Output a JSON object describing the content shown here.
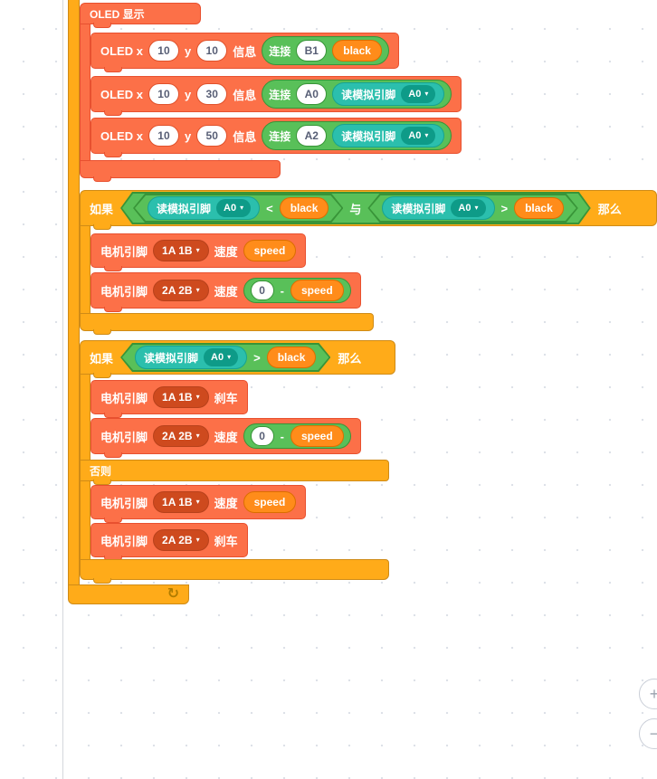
{
  "colors": {
    "block_coral": "#FC7048",
    "block_coral_border": "#E8502F",
    "block_control_orange": "#FFAB19",
    "block_control_border": "#CF8B17",
    "operator_green": "#59C059",
    "operator_green_border": "#389438",
    "sensor_teal": "#2BBFAD",
    "sensor_teal_border": "#17A392",
    "variable_orange": "#FF8C1A",
    "variable_orange_border": "#DB6E00"
  },
  "icons": {
    "dropdown_arrow": "▾",
    "loop_arrow": "↻",
    "zoom_in": "+",
    "zoom_out": "−"
  },
  "oled": {
    "title": "OLED 显示",
    "rows": [
      {
        "prefix": "OLED x",
        "x": "10",
        "y_label": "y",
        "y": "10",
        "info": "信息",
        "join": "连接",
        "a": "B1",
        "b": "black"
      },
      {
        "prefix": "OLED x",
        "x": "10",
        "y_label": "y",
        "y": "30",
        "info": "信息",
        "join": "连接",
        "a": "A0",
        "reporter": "读模拟引脚",
        "pin": "A0"
      },
      {
        "prefix": "OLED x",
        "x": "10",
        "y_label": "y",
        "y": "50",
        "info": "信息",
        "join": "连接",
        "a": "A2",
        "reporter": "读模拟引脚",
        "pin": "A0"
      }
    ]
  },
  "if1": {
    "if_label": "如果",
    "then_label": "那么",
    "and_label": "与",
    "cond1": {
      "reporter": "读模拟引脚",
      "pin": "A0",
      "op": "<",
      "rhs": "black"
    },
    "cond2": {
      "reporter": "读模拟引脚",
      "pin": "A0",
      "op": ">",
      "rhs": "black"
    },
    "body": [
      {
        "label": "电机引脚",
        "pins": "1A 1B",
        "mode": "速度",
        "value": "speed"
      },
      {
        "label": "电机引脚",
        "pins": "2A 2B",
        "mode": "速度",
        "sub": {
          "a": "0",
          "op": "-",
          "b": "speed"
        }
      }
    ]
  },
  "if2": {
    "if_label": "如果",
    "then_label": "那么",
    "else_label": "否则",
    "cond": {
      "reporter": "读模拟引脚",
      "pin": "A0",
      "op": ">",
      "rhs": "black"
    },
    "then_body": [
      {
        "label": "电机引脚",
        "pins": "1A 1B",
        "mode": "刹车"
      },
      {
        "label": "电机引脚",
        "pins": "2A 2B",
        "mode": "速度",
        "sub": {
          "a": "0",
          "op": "-",
          "b": "speed"
        }
      }
    ],
    "else_body": [
      {
        "label": "电机引脚",
        "pins": "1A 1B",
        "mode": "速度",
        "value": "speed"
      },
      {
        "label": "电机引脚",
        "pins": "2A 2B",
        "mode": "刹车"
      }
    ]
  }
}
